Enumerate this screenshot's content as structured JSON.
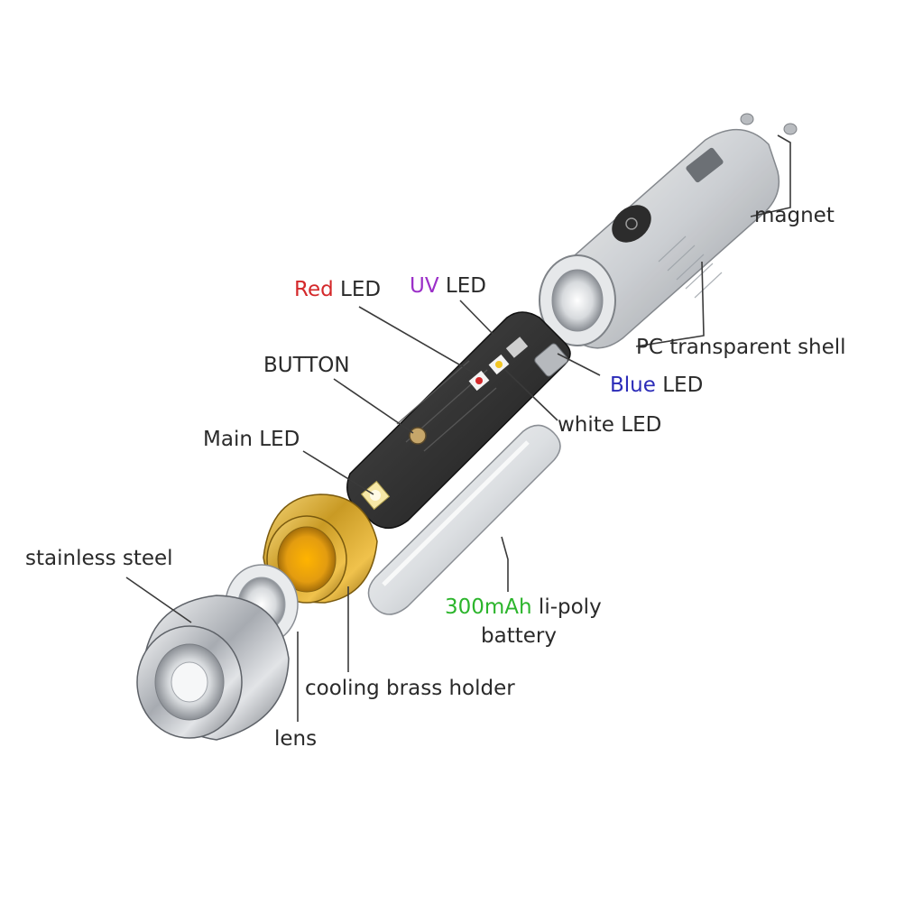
{
  "labels": {
    "magnet": "magnet",
    "shell": "PC transparent shell",
    "red_led": {
      "accent": "Red",
      "rest": " LED",
      "color": "#d4282a"
    },
    "uv_led": {
      "accent": "UV",
      "rest": " LED",
      "color": "#9b2fc8"
    },
    "blue_led": {
      "accent": "Blue",
      "rest": " LED",
      "color": "#2b2bb8"
    },
    "white_led": "white LED",
    "button": "BUTTON",
    "main_led": "Main LED",
    "stainless": "stainless steel",
    "battery": {
      "accent": "300mAh",
      "rest": " li-poly",
      "line2": "battery",
      "color": "#2cb52c"
    },
    "cooling": "cooling brass holder",
    "lens": "lens"
  },
  "colors": {
    "brass": "#c99a24",
    "steel": "#b8bcc2",
    "pcb": "#2b2b2b",
    "shell": "#d6d9dc"
  }
}
